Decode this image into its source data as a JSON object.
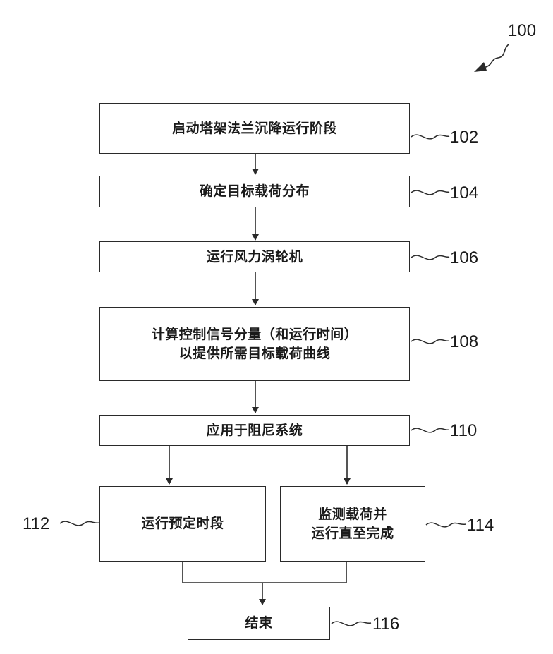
{
  "figure_number": "100",
  "steps": [
    {
      "id": "102",
      "lines": [
        "启动塔架法兰沉降运行阶段"
      ]
    },
    {
      "id": "104",
      "lines": [
        "确定目标载荷分布"
      ]
    },
    {
      "id": "106",
      "lines": [
        "运行风力涡轮机"
      ]
    },
    {
      "id": "108",
      "lines": [
        "计算控制信号分量（和运行时间）",
        "以提供所需目标载荷曲线"
      ]
    },
    {
      "id": "110",
      "lines": [
        "应用于阻尼系统"
      ]
    },
    {
      "id": "112",
      "lines": [
        "运行预定时段"
      ]
    },
    {
      "id": "114",
      "lines": [
        "监测载荷并",
        "运行直至完成"
      ]
    },
    {
      "id": "116",
      "lines": [
        "结束"
      ]
    }
  ],
  "connections": [
    [
      "102",
      "104"
    ],
    [
      "104",
      "106"
    ],
    [
      "106",
      "108"
    ],
    [
      "108",
      "110"
    ],
    [
      "110",
      "112"
    ],
    [
      "110",
      "114"
    ],
    [
      "112",
      "116"
    ],
    [
      "114",
      "116"
    ]
  ]
}
